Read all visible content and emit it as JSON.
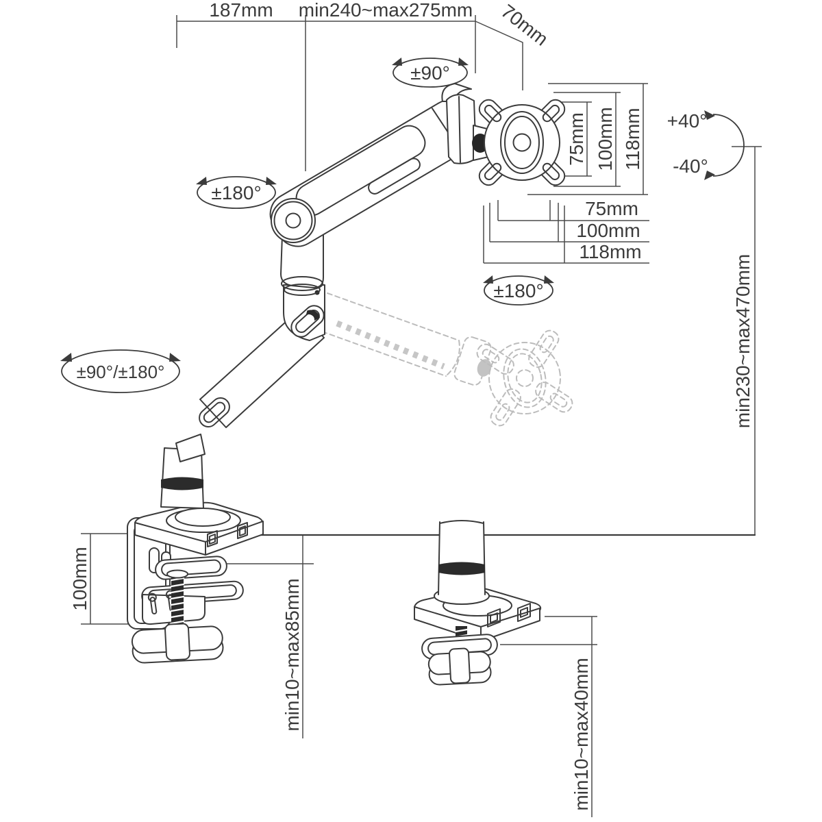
{
  "diagram": {
    "type": "technical-dimension-drawing",
    "subject": "gas-spring single monitor desk mount arm with clamp and grommet base",
    "background_color": "#ffffff",
    "line_color": "#3b3b3b",
    "dimension_line_color": "#4a4a4a",
    "ghost_line_color": "#bcbcbc",
    "labels": {
      "top_arm_rear": "187mm",
      "top_arm_front": "min240~max275mm",
      "head_offset": "70mm",
      "swivel_head": "±90°",
      "rotate_mid_joint": "±180°",
      "rotate_base": "±90°/±180°",
      "rotate_vesa": "±180°",
      "tilt_up": "+40°",
      "tilt_down": "-40°",
      "vesa_vertical": [
        "75mm",
        "100mm",
        "118mm"
      ],
      "vesa_horizontal": [
        "75mm",
        "100mm",
        "118mm"
      ],
      "height_range": "min230~max470mm",
      "clamp_bracket_height": "100mm",
      "desk_clamp_range": "min10~max85mm",
      "grommet_range": "min10~max40mm"
    }
  }
}
